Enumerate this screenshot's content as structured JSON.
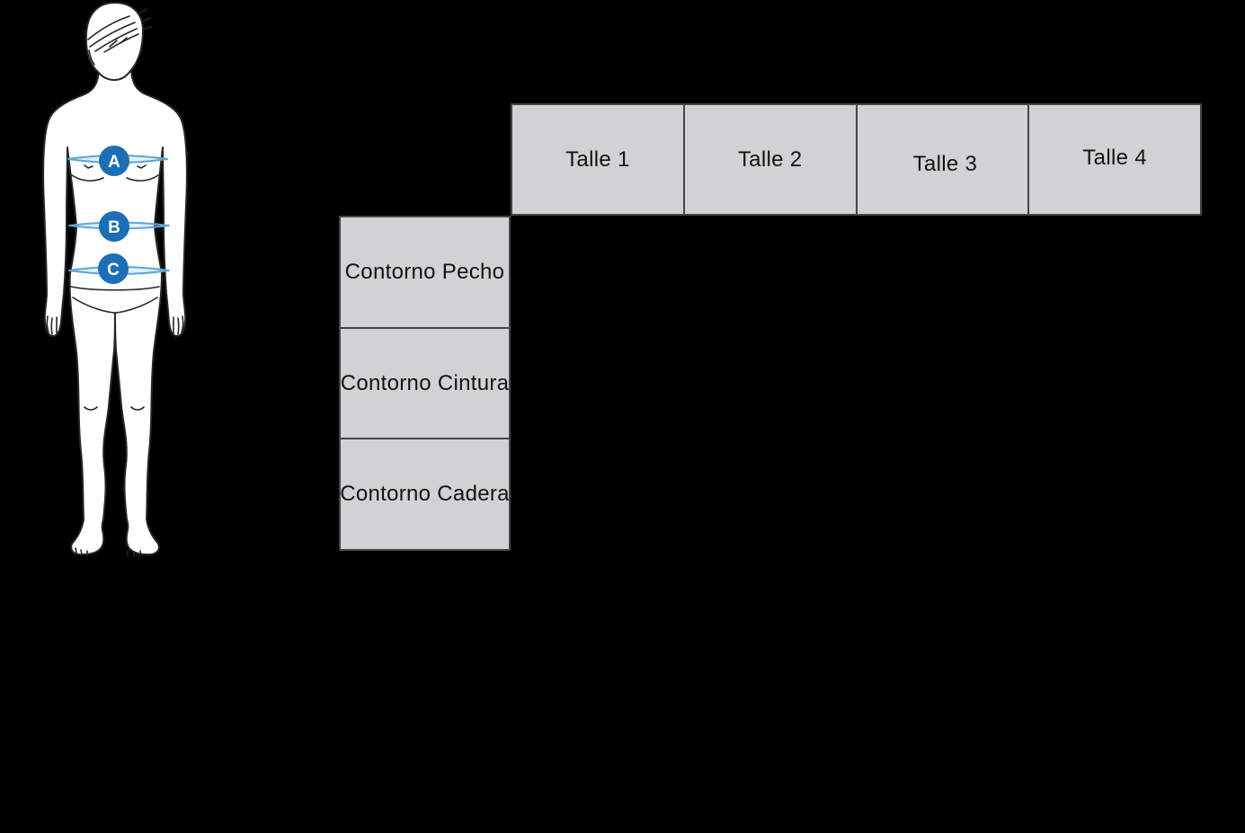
{
  "page": {
    "background_color": "#000000"
  },
  "figure": {
    "name": "male-body-measurement-diagram",
    "outline_color": "#24262a",
    "band_color": "#5ba6d6",
    "marker_color": "#1b6fb6",
    "markers": [
      {
        "label": "A",
        "measurement": "Contorno Pecho"
      },
      {
        "label": "B",
        "measurement": "Contorno Cintura"
      },
      {
        "label": "C",
        "measurement": "Contorno Cadera"
      }
    ]
  },
  "size_table": {
    "column_headers": [
      "Talle 1",
      "Talle 2",
      "Talle 3",
      "Talle 4"
    ],
    "row_headers": [
      "Contorno Pecho",
      "Contorno Cintura",
      "Contorno Cadera"
    ],
    "header_bg_color": "#d1d2d4",
    "border_color": "#454548",
    "text_color": "#121212"
  }
}
